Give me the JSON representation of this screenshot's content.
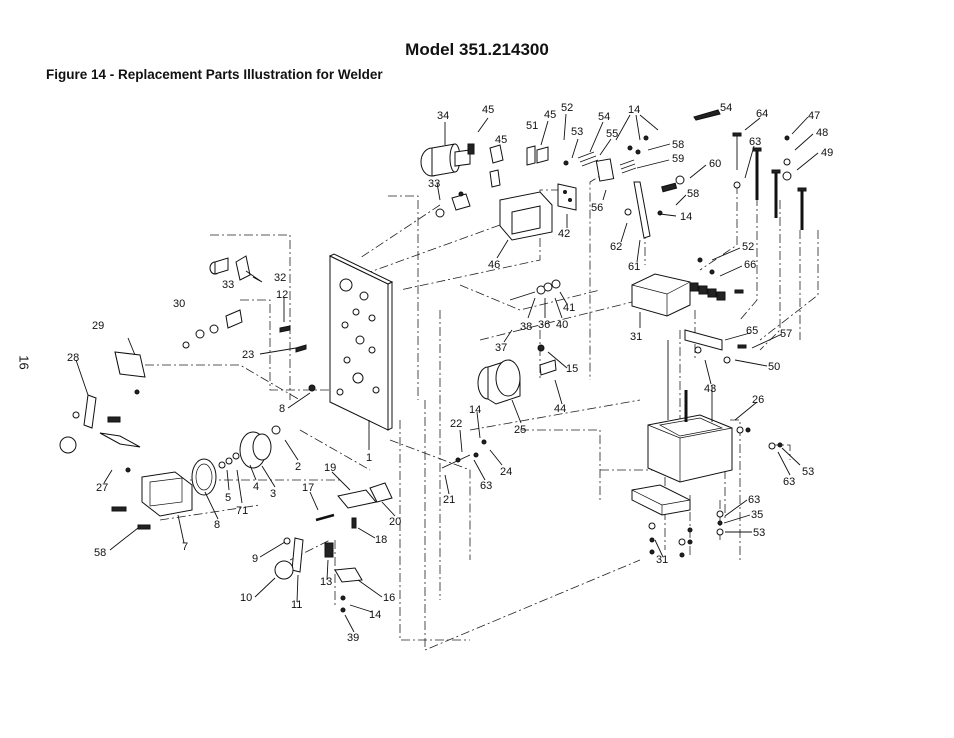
{
  "header": {
    "model_title": "Model 351.214300",
    "figure_caption": "Figure 14 - Replacement Parts Illustration for Welder",
    "page_number": "16"
  },
  "parts": [
    {
      "id": "34",
      "label": "34"
    },
    {
      "id": "45a",
      "label": "45"
    },
    {
      "id": "45b",
      "label": "45"
    },
    {
      "id": "45c",
      "label": "45"
    },
    {
      "id": "52a",
      "label": "52"
    },
    {
      "id": "51",
      "label": "51"
    },
    {
      "id": "53a",
      "label": "53"
    },
    {
      "id": "54a",
      "label": "54"
    },
    {
      "id": "55",
      "label": "55"
    },
    {
      "id": "14a",
      "label": "14"
    },
    {
      "id": "54b",
      "label": "54"
    },
    {
      "id": "58a",
      "label": "58"
    },
    {
      "id": "59",
      "label": "59"
    },
    {
      "id": "64",
      "label": "64"
    },
    {
      "id": "63a",
      "label": "63"
    },
    {
      "id": "47",
      "label": "47"
    },
    {
      "id": "48",
      "label": "48"
    },
    {
      "id": "49",
      "label": "49"
    },
    {
      "id": "60",
      "label": "60"
    },
    {
      "id": "33a",
      "label": "33"
    },
    {
      "id": "56",
      "label": "56"
    },
    {
      "id": "58b",
      "label": "58"
    },
    {
      "id": "14b",
      "label": "14"
    },
    {
      "id": "42",
      "label": "42"
    },
    {
      "id": "62",
      "label": "62"
    },
    {
      "id": "46",
      "label": "46"
    },
    {
      "id": "61",
      "label": "61"
    },
    {
      "id": "52b",
      "label": "52"
    },
    {
      "id": "66",
      "label": "66"
    },
    {
      "id": "33b",
      "label": "33"
    },
    {
      "id": "32",
      "label": "32"
    },
    {
      "id": "12",
      "label": "12"
    },
    {
      "id": "30",
      "label": "30"
    },
    {
      "id": "41",
      "label": "41"
    },
    {
      "id": "38",
      "label": "38"
    },
    {
      "id": "36",
      "label": "36"
    },
    {
      "id": "40",
      "label": "40"
    },
    {
      "id": "31a",
      "label": "31"
    },
    {
      "id": "29",
      "label": "29"
    },
    {
      "id": "65",
      "label": "65"
    },
    {
      "id": "57",
      "label": "57"
    },
    {
      "id": "37",
      "label": "37"
    },
    {
      "id": "23",
      "label": "23"
    },
    {
      "id": "28",
      "label": "28"
    },
    {
      "id": "15",
      "label": "15"
    },
    {
      "id": "43",
      "label": "43"
    },
    {
      "id": "50",
      "label": "50"
    },
    {
      "id": "8a",
      "label": "8"
    },
    {
      "id": "44",
      "label": "44"
    },
    {
      "id": "26",
      "label": "26"
    },
    {
      "id": "14c",
      "label": "14"
    },
    {
      "id": "22",
      "label": "22"
    },
    {
      "id": "25",
      "label": "25"
    },
    {
      "id": "1",
      "label": "1"
    },
    {
      "id": "2",
      "label": "2"
    },
    {
      "id": "24",
      "label": "24"
    },
    {
      "id": "4",
      "label": "4"
    },
    {
      "id": "63b",
      "label": "63"
    },
    {
      "id": "63c",
      "label": "63"
    },
    {
      "id": "53b",
      "label": "53"
    },
    {
      "id": "5",
      "label": "5"
    },
    {
      "id": "3",
      "label": "3"
    },
    {
      "id": "27",
      "label": "27"
    },
    {
      "id": "19",
      "label": "19"
    },
    {
      "id": "71",
      "label": "71"
    },
    {
      "id": "21",
      "label": "21"
    },
    {
      "id": "17",
      "label": "17"
    },
    {
      "id": "8b",
      "label": "8"
    },
    {
      "id": "20",
      "label": "20"
    },
    {
      "id": "63d",
      "label": "63"
    },
    {
      "id": "35",
      "label": "35"
    },
    {
      "id": "58c",
      "label": "58"
    },
    {
      "id": "18",
      "label": "18"
    },
    {
      "id": "53c",
      "label": "53"
    },
    {
      "id": "7",
      "label": "7"
    },
    {
      "id": "9",
      "label": "9"
    },
    {
      "id": "31b",
      "label": "31"
    },
    {
      "id": "13",
      "label": "13"
    },
    {
      "id": "16",
      "label": "16"
    },
    {
      "id": "10",
      "label": "10"
    },
    {
      "id": "11",
      "label": "11"
    },
    {
      "id": "14d",
      "label": "14"
    },
    {
      "id": "39",
      "label": "39"
    }
  ]
}
